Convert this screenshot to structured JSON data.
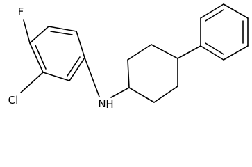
{
  "structure": {
    "atoms": {
      "fluorine": "F",
      "chlorine": "Cl",
      "amine": "N",
      "amine_hydrogen": "H"
    },
    "colors": {
      "bond": "#000000",
      "label": "#000000",
      "background": "#ffffff"
    }
  }
}
